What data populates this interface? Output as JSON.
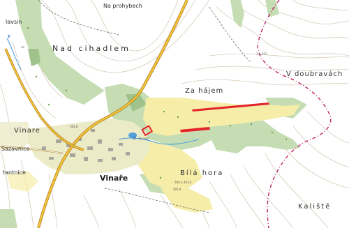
{
  "map": {
    "colors": {
      "background": "#ffffff",
      "forest": "#c6ddb4",
      "forest_dark": "#9fc38a",
      "field": "#f6eda8",
      "built_up": "#ecebc8",
      "road": "#f2c23a",
      "road_edge": "#a8781a",
      "contour": "#d8cbb8",
      "boundary": "#c0206a",
      "highlight": "#e2262b",
      "water": "#2f8fe0"
    },
    "labels": {
      "na_prohybech": "Na prohybech",
      "nad_cihadlem": "Nad cihadlem",
      "za_hajem": "Za hájem",
      "v_doubravach": "V doubravách",
      "vinare_upper": "Vinare",
      "vinare_village": "Vinaře",
      "bila_hora": "Bílá hora",
      "kaliste": "Kaliště",
      "lavsin": "lavsin",
      "vo_stream": "vo",
      "sazavnice": "Sazavnice",
      "hratnice": "tantnice",
      "hajek_small": "ha-vaci",
      "spot_elev_1": "1-0,357",
      "spot_elev_2": "402,9",
      "spot_elev_3": "362,8",
      "elev_small": "260 ∆ 303,4"
    },
    "icons": {
      "church": "church-icon",
      "pond": "pond-icon",
      "stream": "stream-icon"
    }
  }
}
